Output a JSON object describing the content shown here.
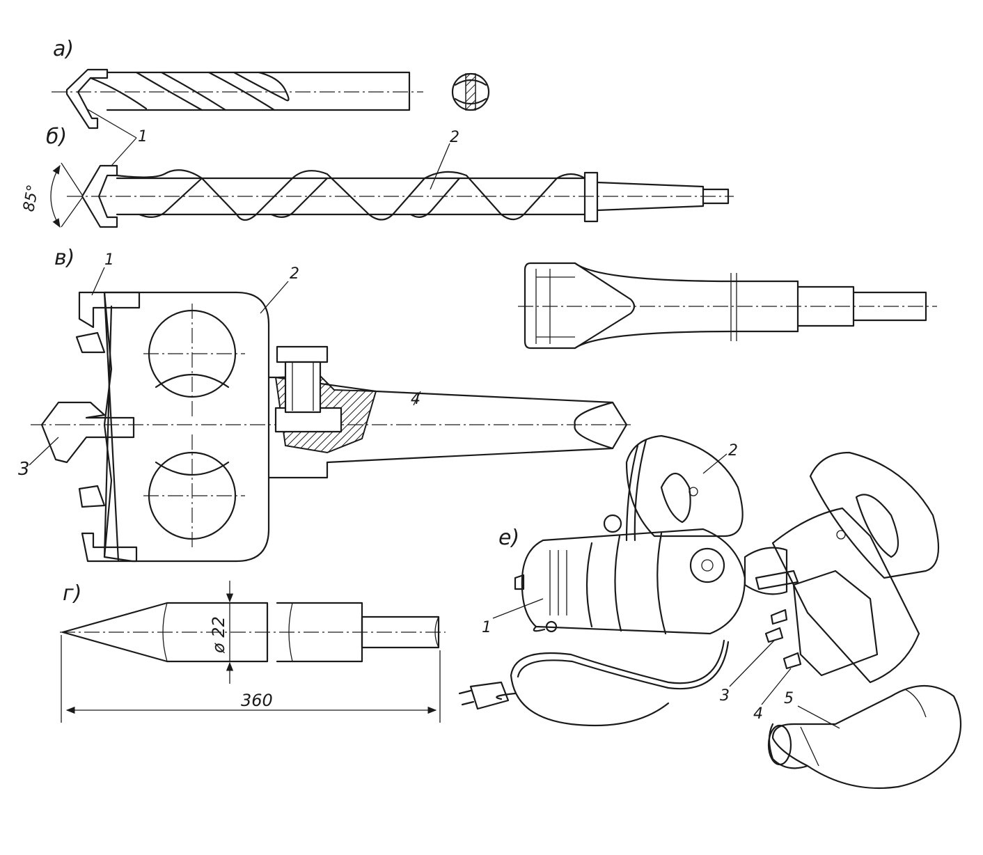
{
  "colors": {
    "ink": "#1a1a1a",
    "paper": "#ffffff",
    "hatch": "#1a1a1a"
  },
  "views": {
    "a": {
      "label": "а)"
    },
    "b": {
      "label": "б)",
      "angle": "85°"
    },
    "v": {
      "label": "в)"
    },
    "g": {
      "label": "г)",
      "diameter": "ø 22",
      "length": "360"
    },
    "e": {
      "label": "е)"
    }
  },
  "callouts": {
    "b_1": "1",
    "b_2": "2",
    "v_1": "1",
    "v_2": "2",
    "v_3": "3",
    "v_4": "4",
    "e_1": "1",
    "e_2": "2",
    "e_3": "3",
    "e_4": "4",
    "e_5": "5"
  }
}
